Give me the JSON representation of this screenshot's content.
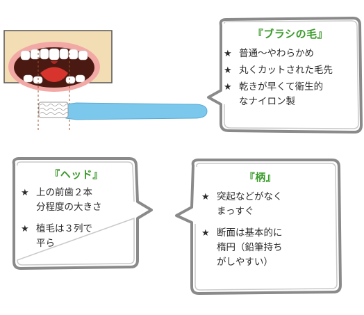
{
  "colors": {
    "title_green": "#3a9a2a",
    "handle_blue": "#7cc8ec",
    "frame_bg": "#f3ddb4",
    "mouth_dark": "#4a1a12",
    "tongue_red": "#d6342c",
    "bubble_border": "#8a8a8a"
  },
  "bristles": {
    "title": "『ブラシの毛』",
    "items": [
      {
        "bullet": "★",
        "text": "普通〜やわらかめ"
      },
      {
        "bullet": "★",
        "text": "丸くカットされた毛先"
      },
      {
        "bullet": "★",
        "text": "乾きが早くて衛生的\nなナイロン製"
      }
    ]
  },
  "head": {
    "title": "『ヘッド』",
    "items": [
      {
        "bullet": "★",
        "text": "上の前歯２本\n分程度の大きさ"
      },
      {
        "bullet": "★",
        "text": "植毛は３列で\n平ら"
      }
    ]
  },
  "handle": {
    "title": "『柄』",
    "items": [
      {
        "bullet": "★",
        "text": "突起などがなく\nまっすぐ"
      },
      {
        "bullet": "★",
        "text": "断面は基本的に\n楕円（鉛筆持ち\nがしやすい）"
      }
    ]
  }
}
